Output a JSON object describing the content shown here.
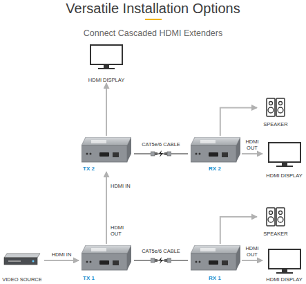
{
  "diagram": {
    "title": "Versatile Installation Options",
    "nodes": [
      {
        "text": [
          "HDMI DISPLAY"
        ]
      },
      {
        "text": [
          "SPEAKER"
        ]
      },
      {
        "text": [
          "TX 2"
        ]
      },
      {
        "text": [
          "RX 2"
        ]
      },
      {
        "text": [
          "HDMI DISPLAY"
        ]
      },
      {
        "text": [
          "SPEAKER"
        ]
      },
      {
        "text": [
          "VIDEO SOURCE"
        ]
      },
      {
        "text": [
          "TX 1"
        ]
      },
      {
        "text": [
          "RX 1"
        ]
      },
      {
        "text": [
          "HDMI DISPLAY"
        ]
      }
    ],
    "edges": [
      {
        "from": 2,
        "to": 0,
        "arrow": "to"
      },
      {
        "from": 2,
        "to": 3,
        "label": "CAT5e/6 CABLE",
        "arrow": "none"
      },
      {
        "from": 3,
        "to": 1,
        "arrow": "to"
      },
      {
        "from": 3,
        "to": 4,
        "label": "HDMI OUT",
        "arrow": "to"
      },
      {
        "from": 6,
        "to": 7,
        "label": "HDMI IN",
        "arrow": "to"
      },
      {
        "from": 7,
        "to": 2,
        "arrow": "to"
      },
      {
        "from": 7,
        "to": 8,
        "label": "CAT5e/6 CABLE",
        "arrow": "none"
      },
      {
        "from": 8,
        "to": 5,
        "arrow": "to"
      },
      {
        "from": 8,
        "to": 9,
        "label": "HDMI OUT",
        "arrow": "to"
      }
    ],
    "labels": [
      "Connect Cascaded HDMI Extenders",
      "HDMI IN",
      "HDMI OUT"
    ]
  }
}
